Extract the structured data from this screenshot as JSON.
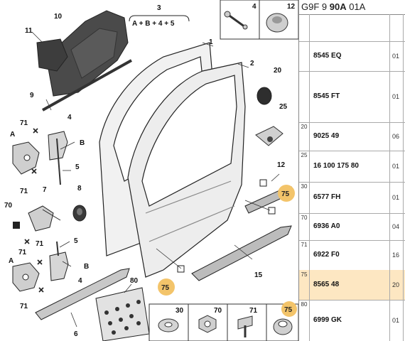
{
  "header": {
    "prefix": "G9F 9 ",
    "bold": "90A",
    "suffix": " 01A"
  },
  "callouts": {
    "n1": "1",
    "n2": "2",
    "n3": "3",
    "n3_formula": "A + B + 4 + 5",
    "n4": "4",
    "n4b": "4",
    "n5": "5",
    "n5b": "5",
    "n6": "6",
    "n7": "7",
    "n8": "8",
    "n9": "9",
    "n10": "10",
    "n11": "11",
    "n12": "12",
    "n12b": "12",
    "n15": "15",
    "n20": "20",
    "n25": "25",
    "n30": "30",
    "n70": "70",
    "n71a": "71",
    "n71b": "71",
    "n71c": "71",
    "n71d": "71",
    "n71e": "71",
    "n71f": "71",
    "n75a": "75",
    "n75b": "75",
    "n75c": "75",
    "n80": "80",
    "A1": "A",
    "A2": "A",
    "B1": "B",
    "B2": "B"
  },
  "table": {
    "rows": [
      {
        "ref": "",
        "part": "8545 EQ",
        "qty": "01",
        "highlight": false
      },
      {
        "ref": "",
        "part": "8545 FT",
        "qty": "01",
        "highlight": false
      },
      {
        "ref": "20",
        "part": "9025 49",
        "qty": "06",
        "highlight": false
      },
      {
        "ref": "25",
        "part": "16 100 175 80",
        "qty": "01",
        "highlight": false
      },
      {
        "ref": "30",
        "part": "6577 FH",
        "qty": "01",
        "highlight": false
      },
      {
        "ref": "70",
        "part": "6936 A0",
        "qty": "04",
        "highlight": false
      },
      {
        "ref": "71",
        "part": "6922 F0",
        "qty": "16",
        "highlight": false
      },
      {
        "ref": "75",
        "part": "8565 48",
        "qty": "20",
        "highlight": true
      },
      {
        "ref": "80",
        "part": "6999 GK",
        "qty": "01",
        "highlight": false
      }
    ]
  },
  "colors": {
    "highlight_row": "#fde7c2",
    "badge": "#f3c46a",
    "line": "#222222"
  }
}
